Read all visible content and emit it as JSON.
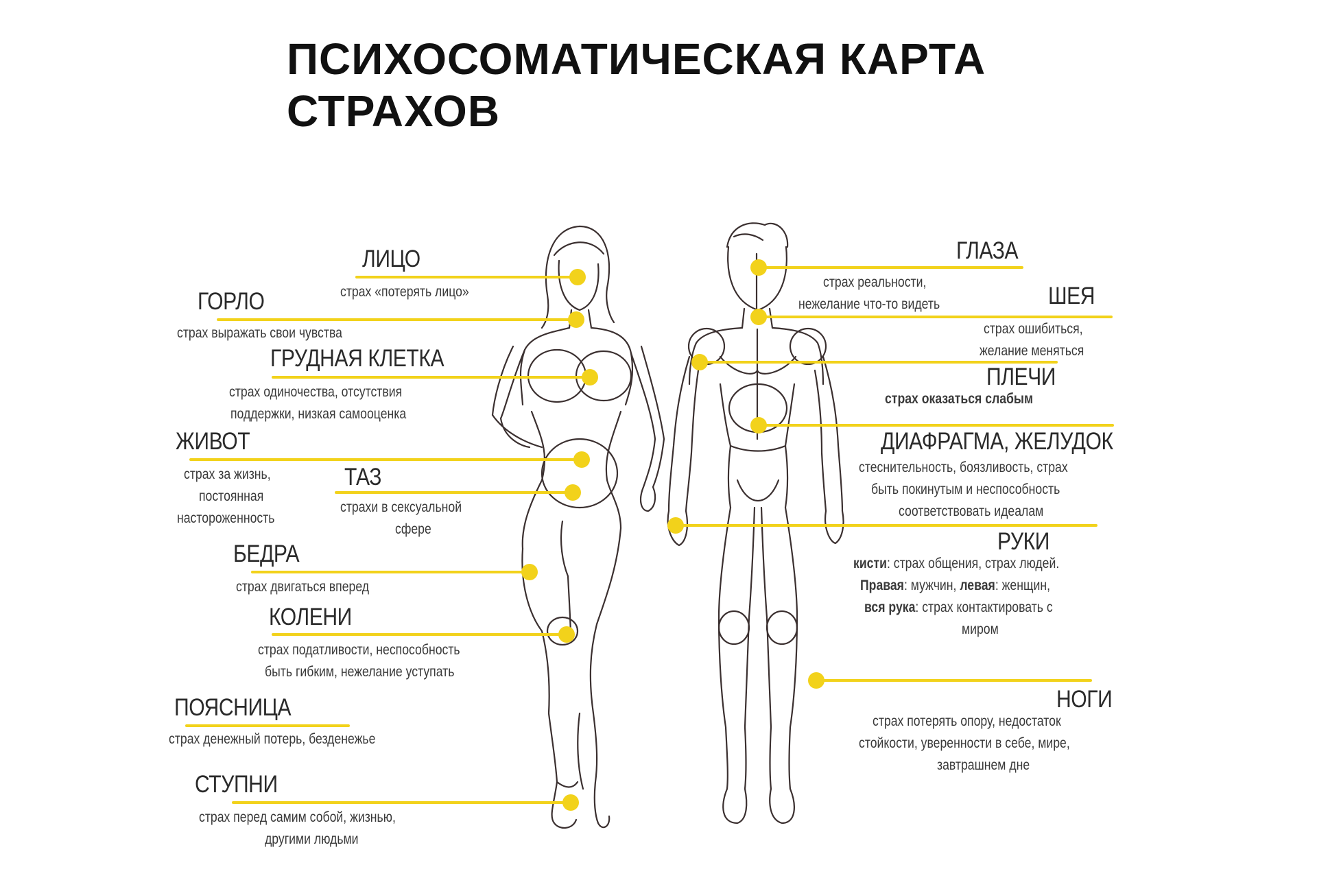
{
  "title": {
    "line1": "ПСИХОСОМАТИЧЕСКАЯ КАРТА",
    "line2": "СТРАХОВ"
  },
  "colors": {
    "accent": "#f2d21b",
    "figure": "#3b3030"
  },
  "left": {
    "face": {
      "label": "ЛИЦО",
      "desc": "страх «потерять лицо»"
    },
    "throat": {
      "label": "ГОРЛО",
      "desc": "страх выражать свои чувства"
    },
    "chest": {
      "label": "ГРУДНАЯ КЛЕТКА",
      "desc1": "страх одиночества, отсутствия",
      "desc2": "поддержки, низкая самооценка"
    },
    "belly": {
      "label": "ЖИВОТ",
      "desc1": "страх за жизнь,",
      "desc2": "постоянная",
      "desc3": "настороженность"
    },
    "pelvis": {
      "label": "ТАЗ",
      "desc1": "страхи в сексуальной",
      "desc2": "сфере"
    },
    "hips": {
      "label": "БЕДРА",
      "desc": "страх двигаться вперед"
    },
    "knees": {
      "label": "КОЛЕНИ",
      "desc1": "страх податливости, неспособность",
      "desc2": "быть гибким, нежелание уступать"
    },
    "lower_back": {
      "label": "ПОЯСНИЦА",
      "desc": "страх денежный потерь, безденежье"
    },
    "feet": {
      "label": "СТУПНИ",
      "desc1": "страх перед самим собой, жизнью,",
      "desc2": "другими людьми"
    }
  },
  "right": {
    "eyes": {
      "label": "ГЛАЗА",
      "desc1": "страх реальности,",
      "desc2": "нежелание что-то видеть"
    },
    "neck": {
      "label": "ШЕЯ",
      "desc1": "страх ошибиться,",
      "desc2": "желание меняться"
    },
    "shoulders": {
      "label": "ПЛЕЧИ",
      "desc": "страх оказаться слабым"
    },
    "stomach": {
      "label": "ДИАФРАГМА, ЖЕЛУДОК",
      "desc1": "стеснительность, боязливость, страх",
      "desc2": "быть покинутым и неспособность",
      "desc3": "соответствовать идеалам"
    },
    "arms": {
      "label": "РУКИ",
      "line1_key": "кисти",
      "line1_text": ": страх общения, страх людей.",
      "line2_key_a": "Правая",
      "line2_text_a": ": мужчин, ",
      "line2_key_b": "левая",
      "line2_text_b": ": женщин,",
      "line3_key": "вся рука",
      "line3_text": ": страх контактировать с",
      "line4": "миром"
    },
    "legs": {
      "label": "НОГИ",
      "desc1": "страх потерять опору, недостаток",
      "desc2": "стойкости, уверенности в себе, мире,",
      "desc3": "завтрашнем дне"
    }
  }
}
